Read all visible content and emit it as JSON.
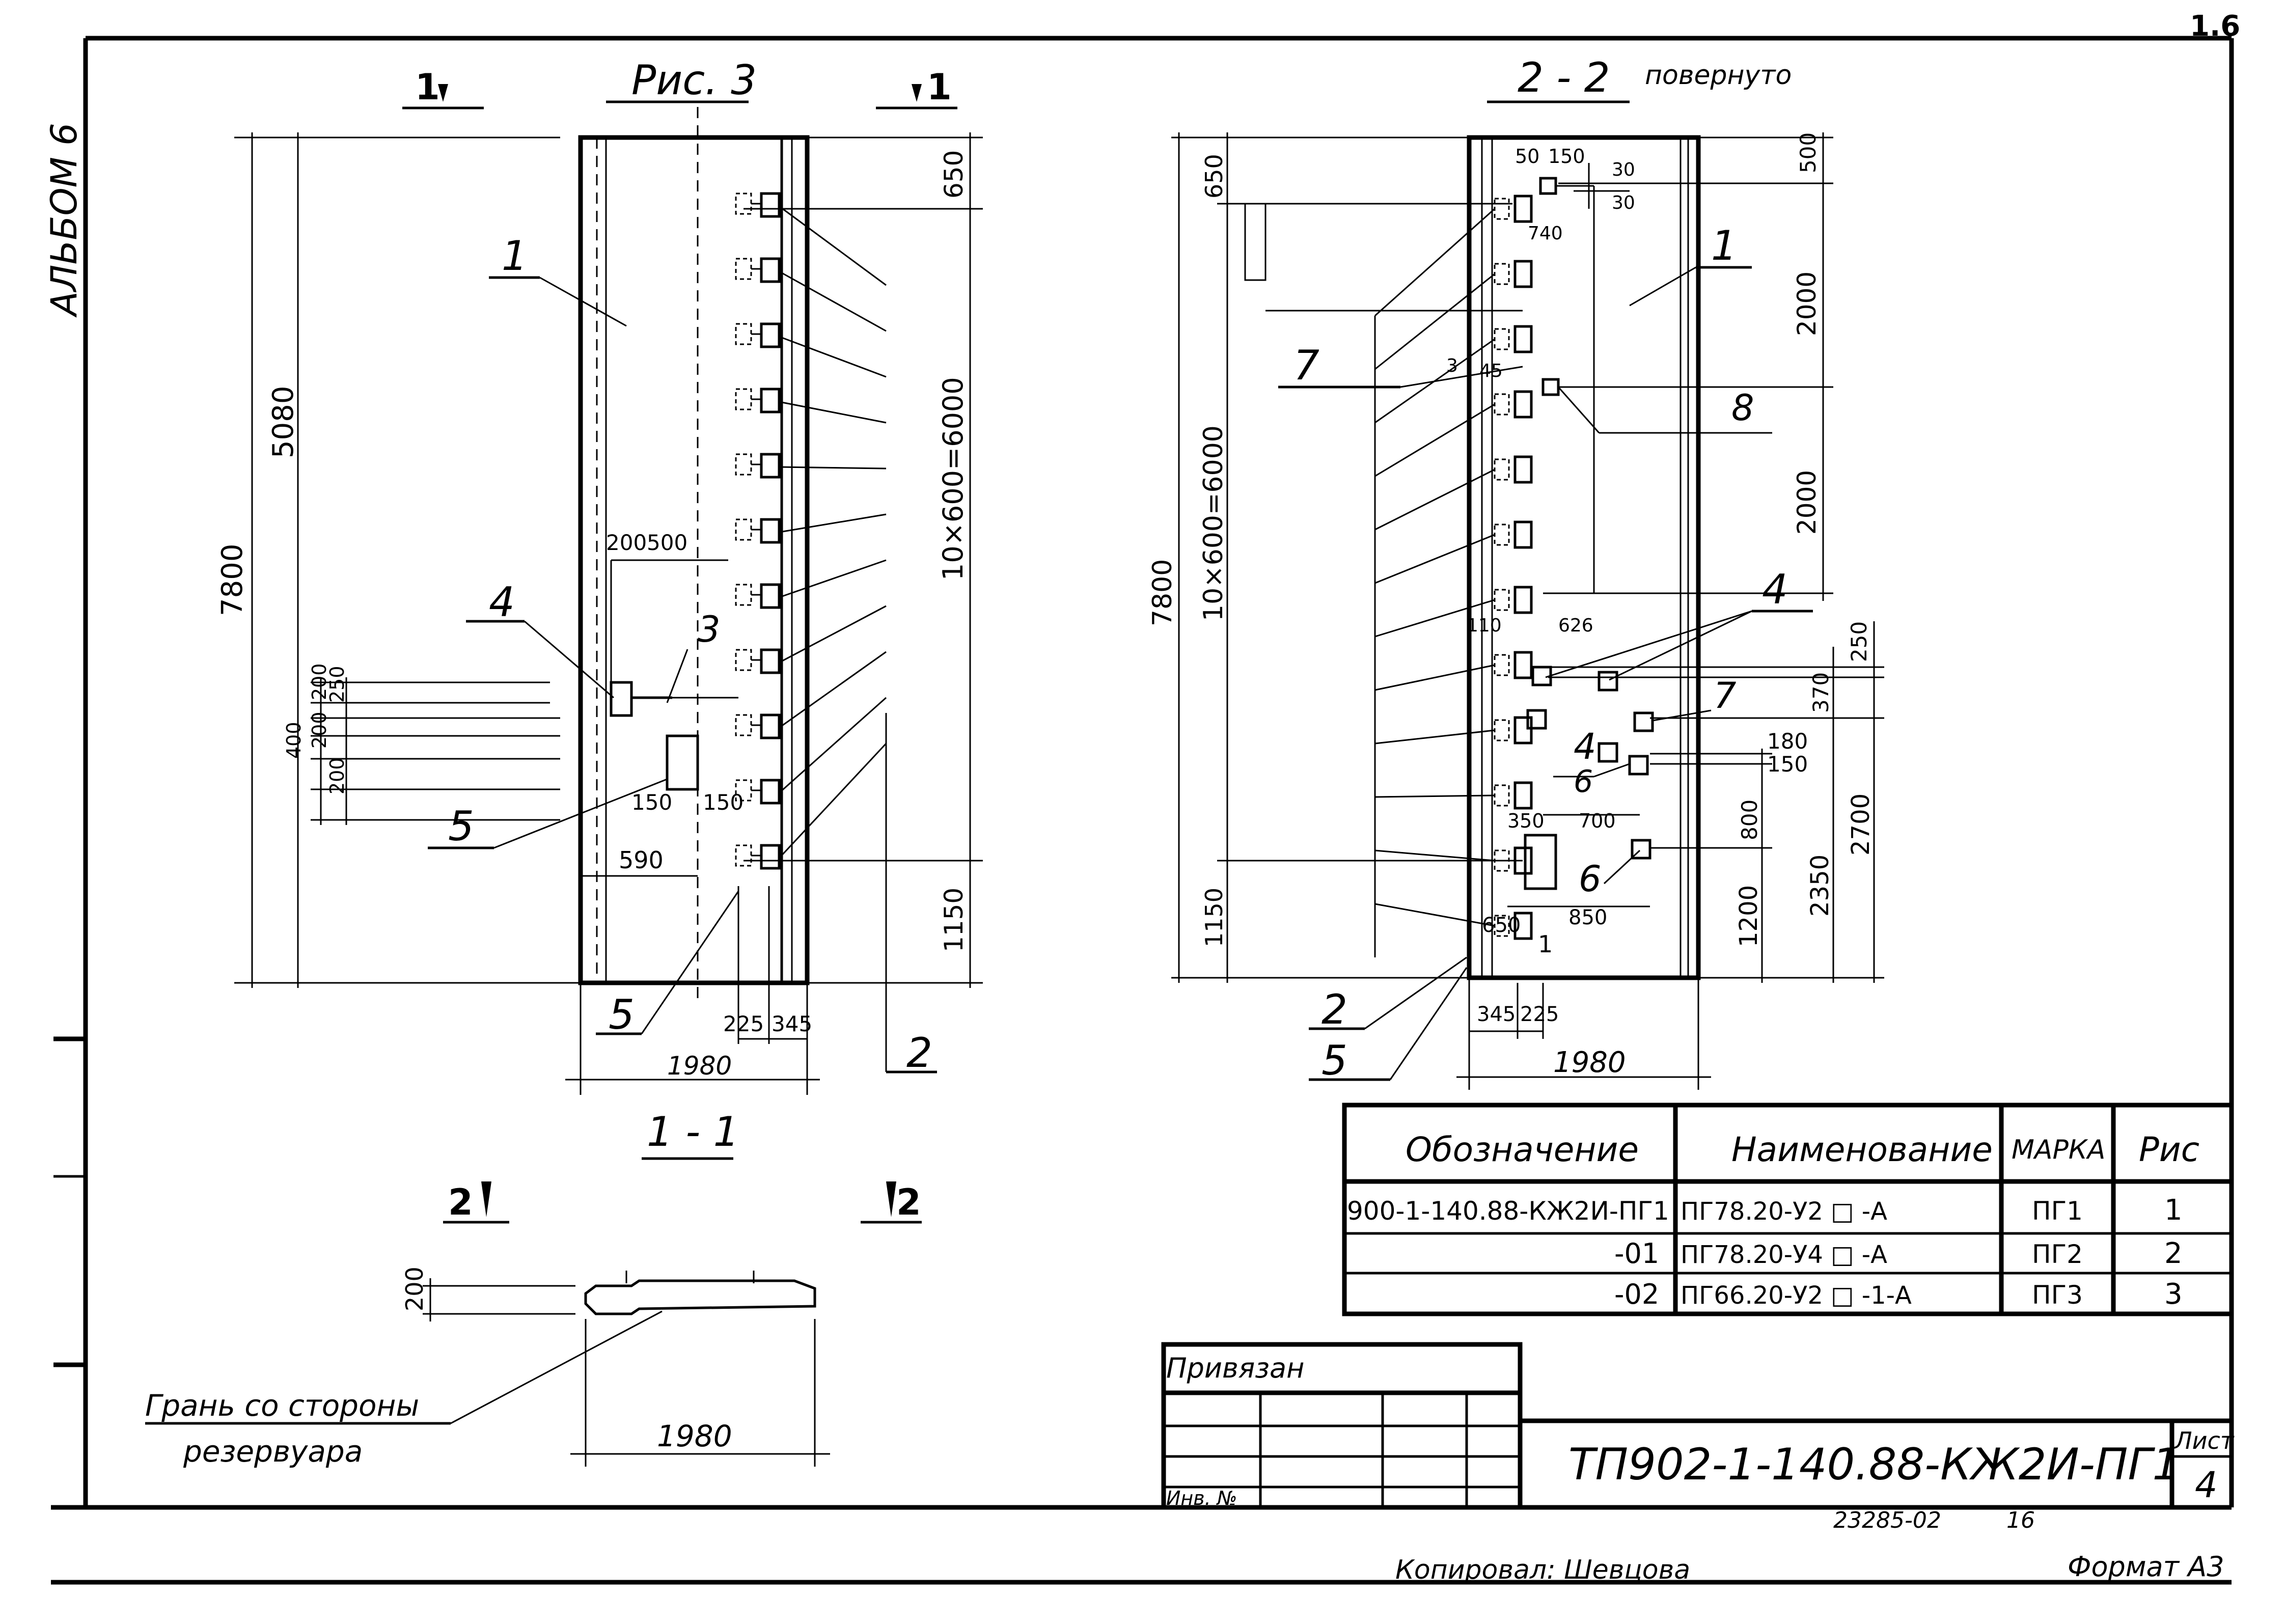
{
  "side_note": "АЛЬБОМ 6",
  "page_corner_mark": "1.6",
  "views": {
    "left": {
      "title": "Рис. 3",
      "cut_left": "1",
      "cut_right": "1",
      "dims": {
        "top_650": "650",
        "grid": "10×600=6000",
        "bot_1150": "1150",
        "total_7800": "7800",
        "d_5080": "5080",
        "d_200a": "200",
        "d_250": "250",
        "d_400": "400",
        "d_200b": "200",
        "d_200c": "200",
        "d_200_500a": "200",
        "d_200_500b": "500",
        "d_150a": "150",
        "d_150b": "150",
        "d_590": "590",
        "d_225": "225",
        "d_345": "345",
        "width": "1980"
      },
      "labels": {
        "l1": "1",
        "l3": "3",
        "l4": "4",
        "l5a": "5",
        "l5b": "5",
        "l2": "2"
      }
    },
    "right": {
      "title": "2 - 2",
      "title_note": "повернуто",
      "dims": {
        "top_650": "650",
        "grid": "10×600=6000",
        "bot_1150": "1150",
        "total_7800": "7800",
        "d_500": "500",
        "d_2000a": "2000",
        "d_2000b": "2000",
        "d_250": "250",
        "d_370": "370",
        "d_180": "180",
        "d_150": "150",
        "d_800": "800",
        "d_2700": "2700",
        "d_2350": "2350",
        "d_1200": "1200",
        "d_50": "50",
        "d_150top": "150",
        "d_30a": "30",
        "d_30b": "30",
        "d_740": "740",
        "d_345a": "3",
        "d_345b": "45",
        "d_110": "110",
        "d_626": "626",
        "d_350": "350",
        "d_700": "700",
        "d_650": "650",
        "d_850": "850",
        "d_345": "345",
        "d_225": "225",
        "width": "1980"
      },
      "labels": {
        "l1": "1",
        "l7a": "7",
        "l7b": "7",
        "l8": "8",
        "l4a": "4",
        "l4b": "4",
        "l6a": "6",
        "l6b": "6",
        "l2": "2",
        "l5": "5",
        "l1b": "1"
      }
    },
    "section": {
      "title": "1 - 1",
      "cut_left": "2",
      "cut_right": "2",
      "dim_200": "200",
      "dim_1980": "1980",
      "note_line1": "Грань со стороны",
      "note_line2": "резервуара"
    }
  },
  "spec_table": {
    "headers": [
      "Обозначение",
      "Наименование",
      "МАРКА",
      "Рис"
    ],
    "rows": [
      [
        "900-1-140.88-КЖ2И-ПГ1",
        "ПГ78.20-У2 □ -А",
        "ПГ1",
        "1"
      ],
      [
        "-01",
        "ПГ78.20-У4 □ -А",
        "ПГ2",
        "2"
      ],
      [
        "-02",
        "ПГ66.20-У2 □ -1-А",
        "ПГ3",
        "3"
      ]
    ]
  },
  "title_block": {
    "privyazan": "Привязан",
    "inv_no": "Инв. №",
    "doc_code": "ТП902-1-140.88-КЖ2И-ПГ1",
    "sheet_label": "Лист",
    "sheet_no": "4",
    "archive_no": "23285-02",
    "archive_page": "16",
    "copied_by": "Копировал: Шевцова",
    "format": "Формат А3"
  }
}
